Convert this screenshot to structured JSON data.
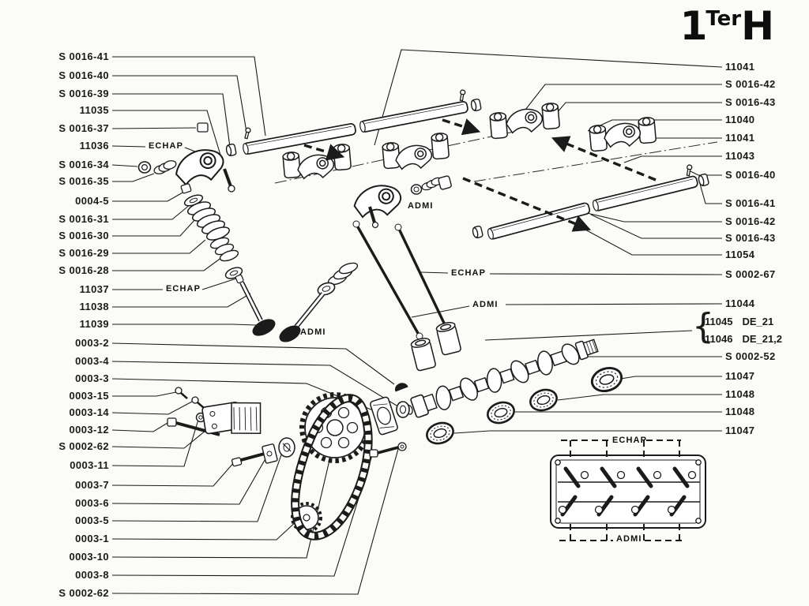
{
  "plate": {
    "code_main": "1",
    "code_sup": "Ter",
    "code_end": "H"
  },
  "function_labels": {
    "exhaust": "ECHAP",
    "intake": "ADMI"
  },
  "left_labels": [
    "S 0016-41",
    "S 0016-40",
    "S 0016-39",
    "11035",
    "S 0016-37",
    "11036",
    "S 0016-34",
    "S 0016-35",
    "0004-5",
    "S 0016-31",
    "S 0016-30",
    "S 0016-29",
    "S 0016-28",
    "11037",
    "11038",
    "11039",
    "0003-2",
    "0003-4",
    "0003-3",
    "0003-15",
    "0003-14",
    "0003-12",
    "S 0002-62",
    "0003-11",
    "0003-7",
    "0003-6",
    "0003-5",
    "0003-1",
    "0003-10",
    "0003-8",
    "S 0002-62"
  ],
  "right_labels": [
    "11041",
    "S 0016-42",
    "S 0016-43",
    "11040",
    "11041",
    "11043",
    "S 0016-40",
    "S 0016-41",
    "S 0016-42",
    "S 0016-43",
    "11054",
    "S 0002-67",
    "11044",
    "S 0002-52",
    "11047",
    "11048",
    "11048",
    "11047"
  ],
  "tappet_group": {
    "brace": "{",
    "rows": [
      {
        "part": "11045",
        "size": "DE_21"
      },
      {
        "part": "11046",
        "size": "DE_21,2"
      }
    ]
  }
}
